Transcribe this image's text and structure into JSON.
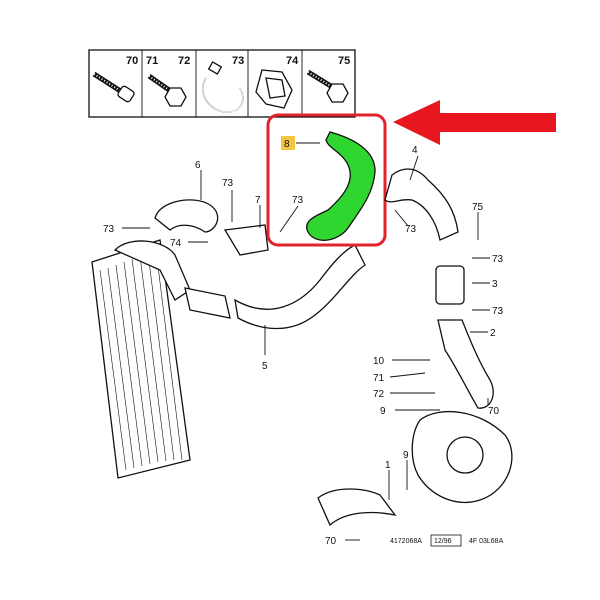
{
  "hardware": [
    {
      "label": "70",
      "icon": "bolt-with-nut"
    },
    {
      "label": "71",
      "icon": "flange-bolt"
    },
    {
      "label": "72",
      "icon": "flange-bolt"
    },
    {
      "label": "73",
      "icon": "hose-clamp"
    },
    {
      "label": "74",
      "icon": "clip"
    },
    {
      "label": "75",
      "icon": "screw"
    }
  ],
  "callouts": {
    "c6": "6",
    "c73a": "73",
    "c7": "7",
    "c73b": "73",
    "c73c": "73",
    "c74": "74",
    "c8": "8",
    "c4": "4",
    "c75": "75",
    "c73d": "73",
    "c73e": "73",
    "c3": "3",
    "c73f": "73",
    "c2": "2",
    "c10": "10",
    "c71": "71",
    "c72": "72",
    "c9a": "9",
    "c70a": "70",
    "c1": "1",
    "c9b": "9",
    "c5": "5",
    "c70b": "70"
  },
  "footer": {
    "ref": "4172068A",
    "date": "12/96",
    "code": "4F 03L68A"
  },
  "colors": {
    "highlight_hose": "#2fd62f",
    "highlight_box": "#e0242b",
    "arrow": "#e8161e",
    "label_badge": "#f5c542"
  }
}
